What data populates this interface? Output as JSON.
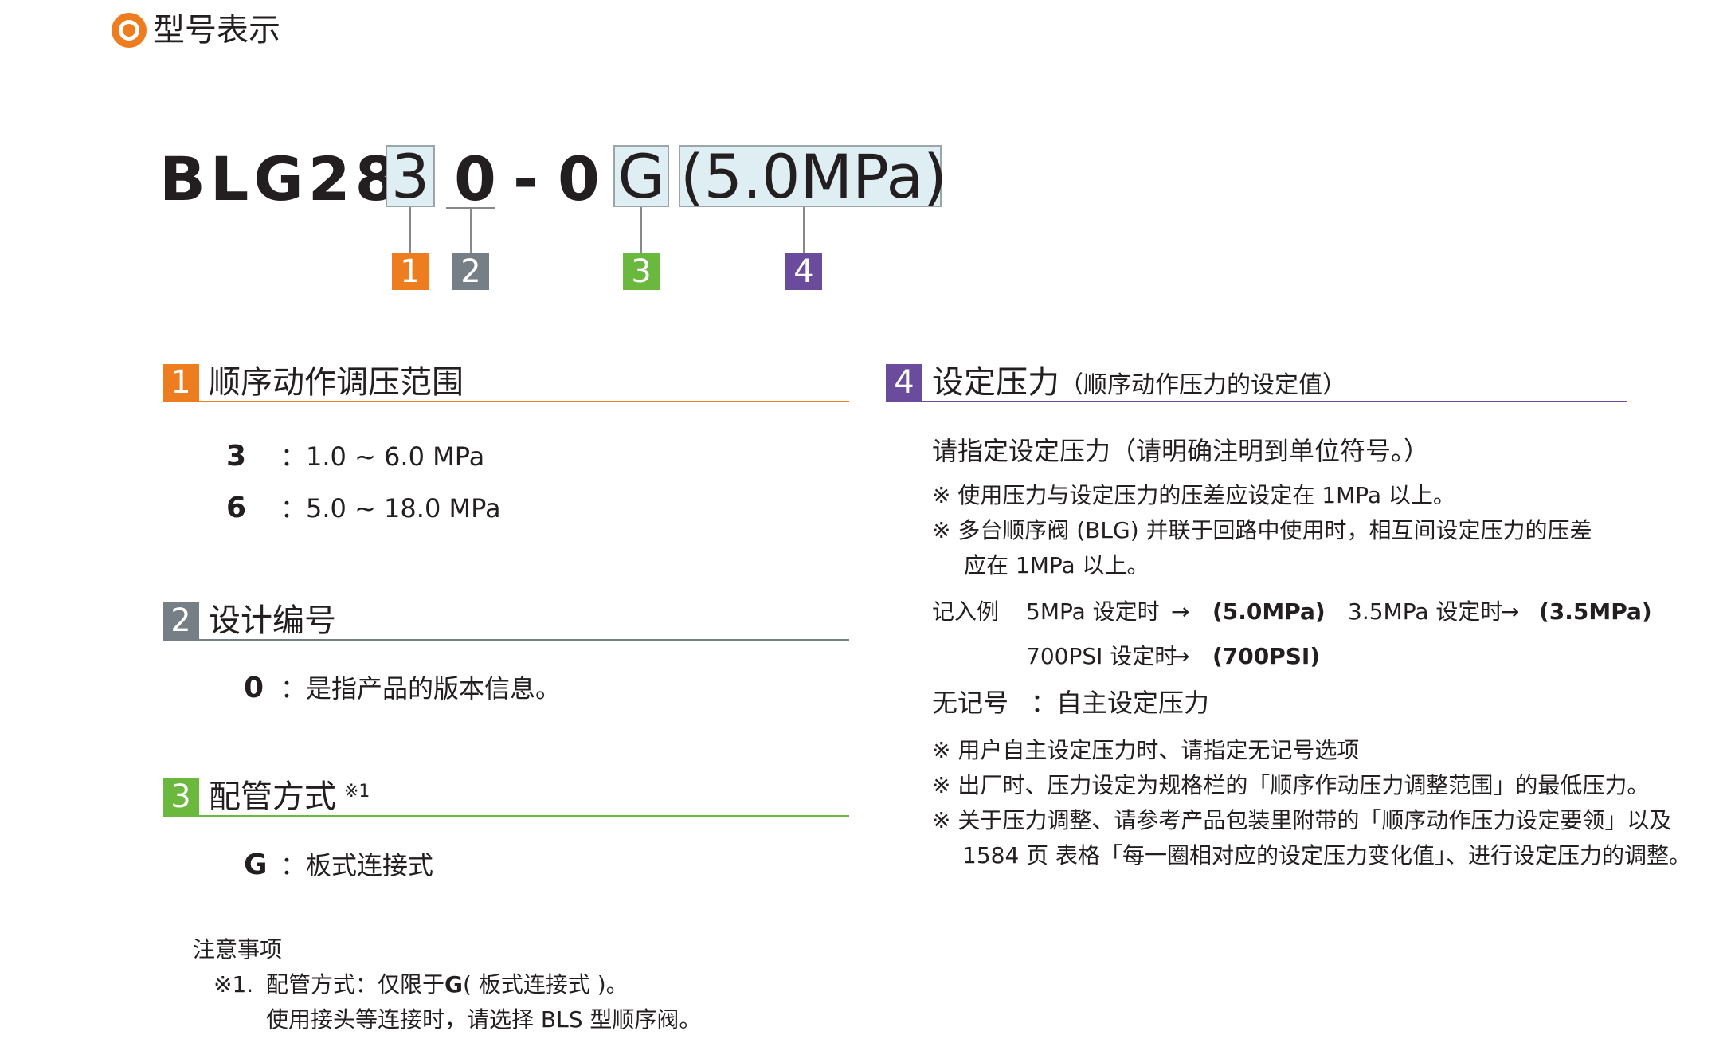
{
  "page_title": "型号表示",
  "model_code": {
    "prefix": "BLG28",
    "seg1": "3",
    "seg2": "0",
    "dash": "-",
    "seg_fixed": "0",
    "seg3": "G",
    "seg4": "(5.0MPa)",
    "badges": [
      "1",
      "2",
      "3",
      "4"
    ]
  },
  "colors": {
    "orange": "#ee7d1f",
    "gray": "#767f85",
    "green": "#6ab83d",
    "purple": "#6a4b9c",
    "box_fill": "#deeef3"
  },
  "sections": {
    "s1": {
      "num": "1",
      "title": "顺序动作调压范围",
      "options": [
        {
          "key": "3",
          "value": "：1.0 ~ 6.0 MPa"
        },
        {
          "key": "6",
          "value": "：5.0 ~ 18.0 MPa"
        }
      ]
    },
    "s2": {
      "num": "2",
      "title": "设计编号",
      "options": [
        {
          "key": "0",
          "value": "：是指产品的版本信息。"
        }
      ]
    },
    "s3": {
      "num": "3",
      "title": "配管方式",
      "note_mark": "※1",
      "options": [
        {
          "key": "G",
          "value": "：板式连接式"
        }
      ]
    },
    "s4": {
      "num": "4",
      "title": "设定压力",
      "subtitle": "（顺序动作压力的设定值）",
      "lead": "请指定设定压力（请明确注明到单位符号。）",
      "notes": [
        "※ 使用压力与设定压力的压差应设定在 1MPa 以上。",
        "※ 多台顺序阀 (BLG) 并联于回路中使用时，相互间设定压力的压差",
        "应在 1MPa 以上。"
      ],
      "example_label": "记入例",
      "examples": [
        {
          "text": "5MPa 设定时",
          "arrow": "→",
          "result": "(5.0MPa)"
        },
        {
          "text": "3.5MPa 设定时",
          "arrow": "→",
          "result": "(3.5MPa)"
        },
        {
          "text": "700PSI 设定时",
          "arrow": "→",
          "result": "(700PSI)"
        }
      ],
      "nomark_label": "无记号",
      "nomark_value": "：自主设定压力",
      "notes2": [
        "※ 用户自主设定压力时、请指定无记号选项",
        "※ 出厂时、压力设定为规格栏的「顺序作动压力调整范围」的最低压力。",
        "※ 关于压力调整、请参考产品包装里附带的「顺序动作压力设定要领」以及",
        "1584 页  表格「每一圈相对应的设定压力变化值」、进行设定压力的调整。"
      ]
    }
  },
  "caution": {
    "heading": "注意事项",
    "item_mark": "※1.",
    "line1_a": "配管方式：仅限于",
    "line1_b": "G",
    "line1_c": "( 板式连接式 )。",
    "line2": "使用接头等连接时，请选择 BLS 型顺序阀。"
  }
}
